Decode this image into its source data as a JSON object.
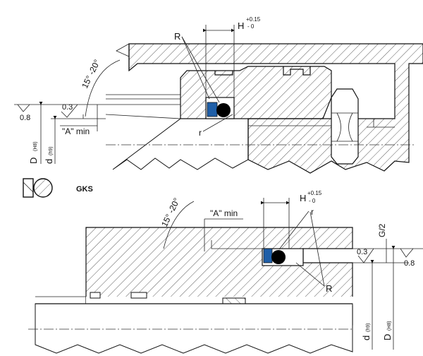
{
  "colors": {
    "seal_blue": "#1f5fa8",
    "oring_black": "#000000",
    "line": "#111111",
    "background": "#ffffff"
  },
  "top": {
    "radius_big": "R",
    "radius_small": "r",
    "groove_width": "H",
    "groove_tol_plus": "+0.15",
    "groove_tol_minus": "- 0",
    "chamfer_angle": "15° -20°",
    "lead_in_length": "\"A\" min",
    "surface_finish_bore": "0.8",
    "surface_finish_groove": "0.3",
    "bore_diameter": "D",
    "bore_tolerance": "(H8)",
    "rod_diameter": "d",
    "rod_tolerance": "(h9)"
  },
  "legend": {
    "product_code": "GKS"
  },
  "bottom": {
    "radius_big": "R",
    "radius_small": "r",
    "groove_width": "H",
    "groove_tol_plus": "+0.15",
    "groove_tol_minus": "- 0",
    "chamfer_angle": "15° -20°",
    "lead_in_length": "\"A\" min",
    "gap": "G/2",
    "surface_finish_groove": "0.3",
    "surface_finish_rod": "0.8",
    "rod_diameter": "d",
    "rod_tolerance": "(h9)",
    "bore_diameter": "D",
    "bore_tolerance": "(H8)"
  }
}
